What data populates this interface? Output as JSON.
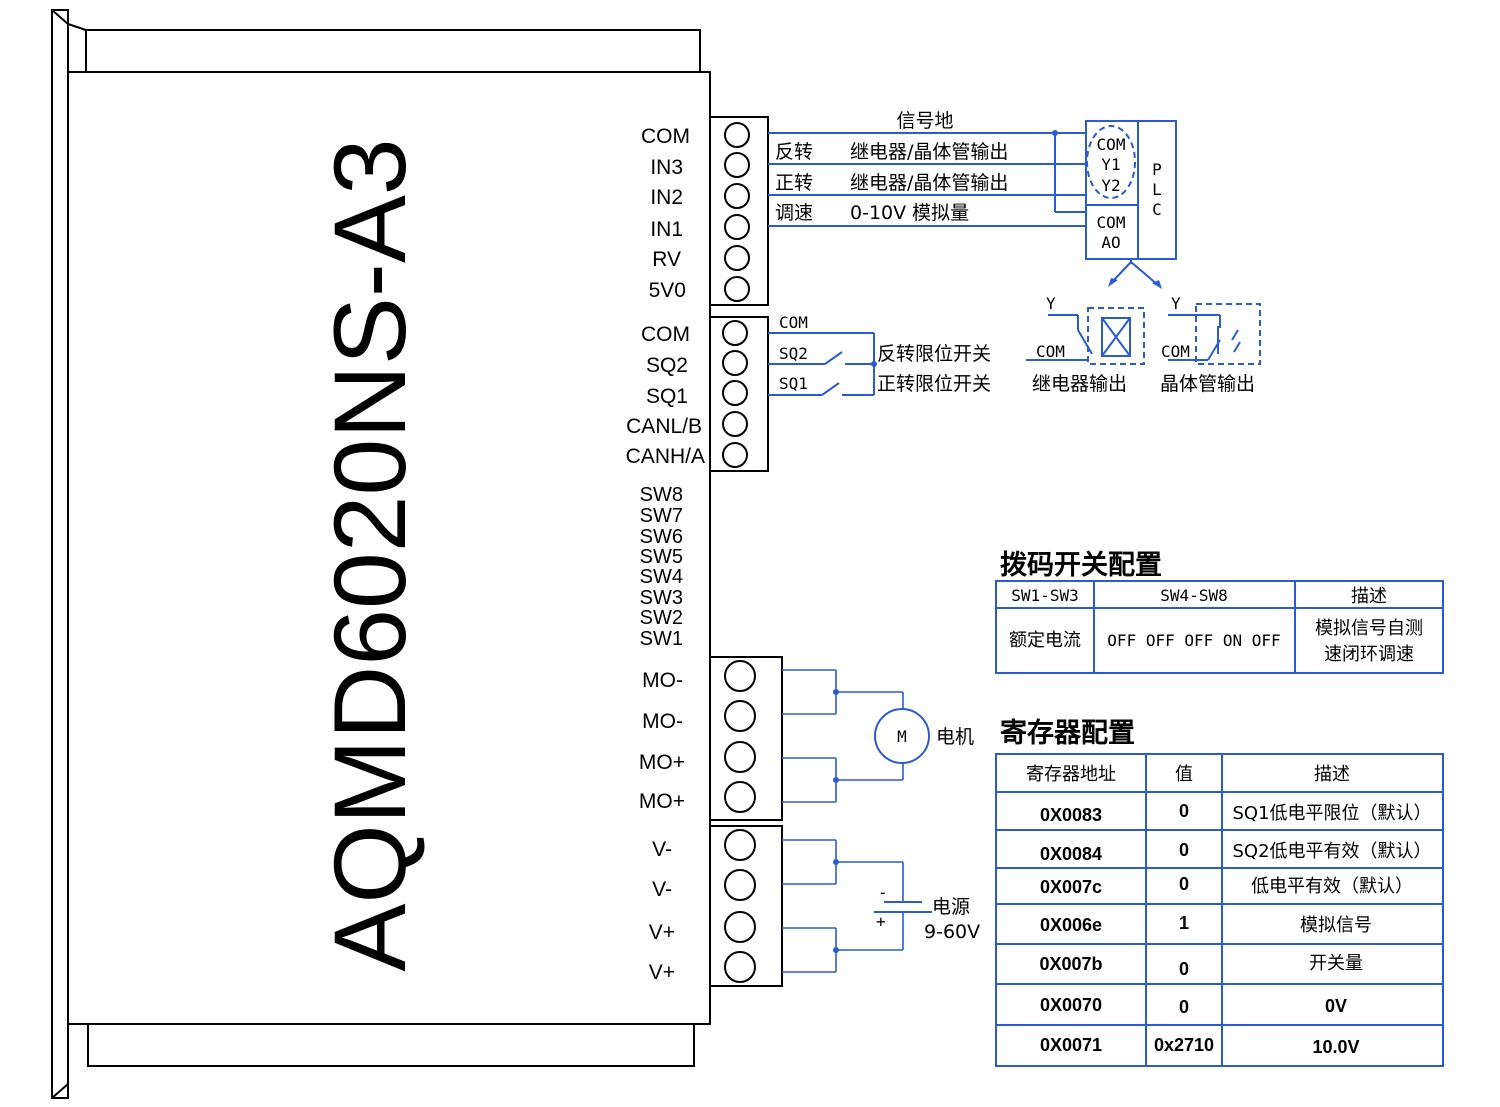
{
  "model": "AQMD6020NS-A3",
  "pins": {
    "com1": "COM",
    "in3": "IN3",
    "in2": "IN2",
    "in1": "IN1",
    "rv": "RV",
    "v5": "5V0",
    "com2": "COM",
    "sq2": "SQ2",
    "sq1": "SQ1",
    "canl": "CANL/B",
    "canh": "CANH/A",
    "sw8": "SW8",
    "sw7": "SW7",
    "sw6": "SW6",
    "sw5": "SW5",
    "sw4": "SW4",
    "sw3": "SW3",
    "sw2": "SW2",
    "sw1": "SW1",
    "mo1": "MO-",
    "mo2": "MO-",
    "mo3": "MO+",
    "mo4": "MO+",
    "vm1": "V-",
    "vm2": "V-",
    "vp1": "V+",
    "vp2": "V+"
  },
  "wiring": {
    "signal_ground": "信号地",
    "reverse": "反转",
    "forward": "正转",
    "speed": "调速",
    "relay_out1": "继电器/晶体管输出",
    "relay_out2": "继电器/晶体管输出",
    "analog": "0-10V 模拟量",
    "plc": {
      "com": "COM",
      "y1": "Y1",
      "y2": "Y2",
      "com2": "COM",
      "ao": "AO",
      "p": "P",
      "l": "L",
      "c": "C"
    },
    "limit_com": "COM",
    "limit_sq2": "SQ2",
    "limit_sq1": "SQ1",
    "rev_limit": "反转限位开关",
    "fwd_limit": "正转限位开关",
    "relay_y": "Y",
    "relay_com": "COM",
    "relay_output": "继电器输出",
    "trans_y": "Y",
    "trans_com": "COM",
    "trans_output": "晶体管输出",
    "motor_symbol": "M",
    "motor": "电机",
    "power": "电源",
    "voltage": "9-60V",
    "minus": "-",
    "plus": "+"
  },
  "dip_table": {
    "title": "拨码开关配置",
    "headers": [
      "SW1-SW3",
      "SW4-SW8",
      "描述"
    ],
    "row": {
      "c1": "额定电流",
      "c2": "OFF OFF OFF ON OFF",
      "c3a": "模拟信号自测",
      "c3b": "速闭环调速"
    }
  },
  "reg_table": {
    "title": "寄存器配置",
    "headers": [
      "寄存器地址",
      "值",
      "描述"
    ],
    "rows": [
      [
        "0X0083",
        "0",
        "SQ1低电平限位（默认）"
      ],
      [
        "0X0084",
        "0",
        "SQ2低电平有效（默认）"
      ],
      [
        "0X007c",
        "0",
        "低电平有效（默认）"
      ],
      [
        "0X006e",
        "1",
        "模拟信号"
      ],
      [
        "0X007b",
        "0",
        "开关量"
      ],
      [
        "0X0070",
        "0",
        "0V"
      ],
      [
        "0X0071",
        "0x2710",
        "10.0V"
      ]
    ]
  }
}
